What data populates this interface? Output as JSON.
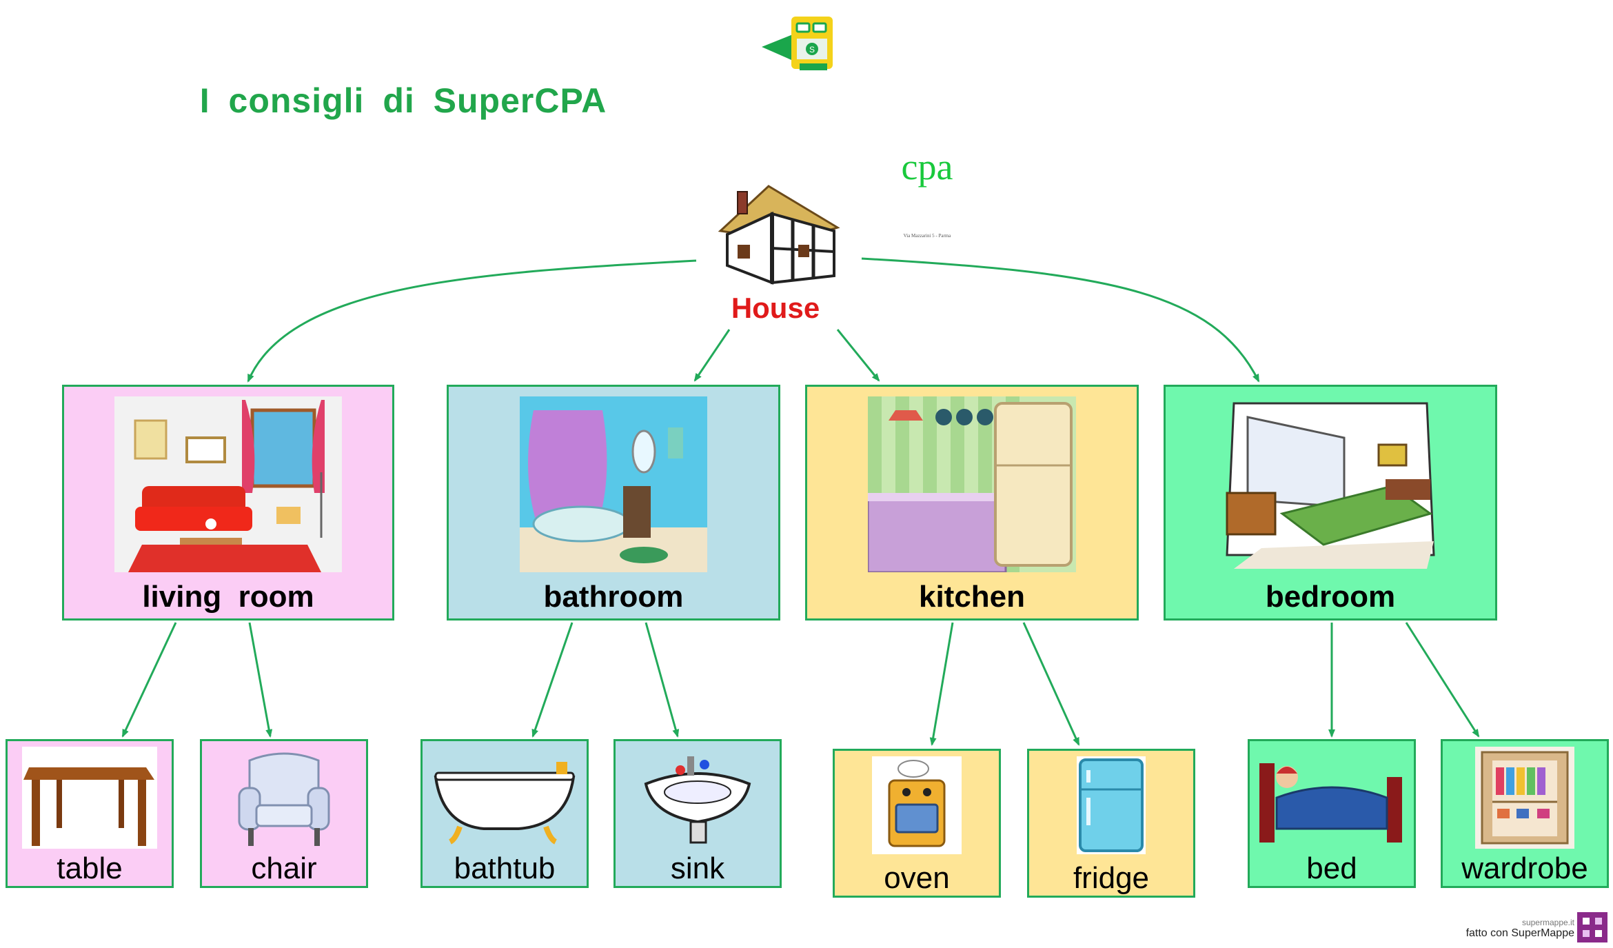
{
  "header": {
    "title": "I consigli di SuperCPA"
  },
  "root": {
    "label": "House"
  },
  "rooms": [
    {
      "id": "living-room",
      "label": "living  room",
      "color": "#fbcdf5",
      "children": [
        "table",
        "chair"
      ]
    },
    {
      "id": "bathroom",
      "label": "bathroom",
      "color": "#b9dfe8",
      "children": [
        "bathtub",
        "sink"
      ]
    },
    {
      "id": "kitchen",
      "label": "kitchen",
      "color": "#fee596",
      "children": [
        "oven",
        "fridge"
      ]
    },
    {
      "id": "bedroom",
      "label": "bedroom",
      "color": "#6ff8ad",
      "children": [
        "bed",
        "wardrobe"
      ]
    }
  ],
  "items": {
    "table": "table",
    "chair": "chair",
    "bathtub": "bathtub",
    "sink": "sink",
    "oven": "oven",
    "fridge": "fridge",
    "bed": "bed",
    "wardrobe": "wardrobe"
  },
  "logo": {
    "text": "cpa",
    "caption": "Via Mazzarini 5 - Parma"
  },
  "footer": {
    "site": "supermappe.it",
    "credit": "fatto con SuperMappe"
  },
  "colors": {
    "edge": "#22aa5a",
    "title": "#21a64b",
    "root": "#e01a1a",
    "border": "#22aa5a"
  }
}
